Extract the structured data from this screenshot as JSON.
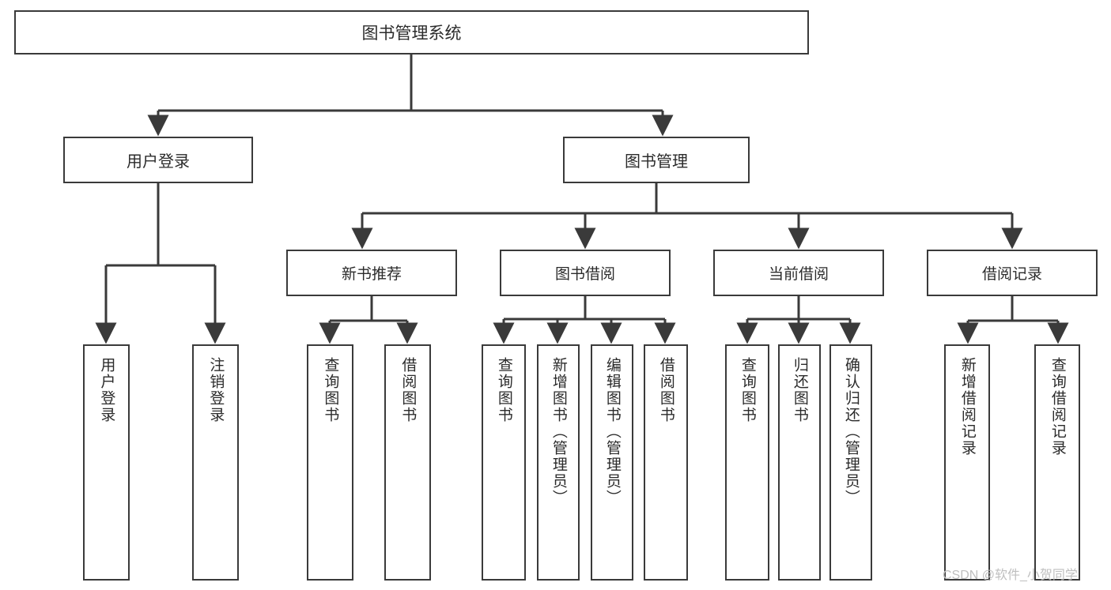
{
  "diagram": {
    "type": "tree-hierarchy",
    "title": "图书管理系统",
    "orientation": "top-down",
    "colors": {
      "box_border": "#3a3a3a",
      "box_fill": "#ffffff",
      "text": "#2b2b2b",
      "connector": "#3a3a3a",
      "watermark": "#bfbfbf"
    },
    "root": {
      "label": "图书管理系统"
    },
    "level1": [
      {
        "label": "用户登录"
      },
      {
        "label": "图书管理"
      }
    ],
    "level2": [
      {
        "label": "新书推荐"
      },
      {
        "label": "图书借阅"
      },
      {
        "label": "当前借阅"
      },
      {
        "label": "借阅记录"
      }
    ],
    "leaves": {
      "user_login": [
        {
          "label": "用户登录"
        },
        {
          "label": "注销登录"
        }
      ],
      "new_book_recommend": [
        {
          "label": "查询图书"
        },
        {
          "label": "借阅图书"
        }
      ],
      "book_borrow": [
        {
          "label": "查询图书"
        },
        {
          "label": "新增图书（管理员）"
        },
        {
          "label": "编辑图书（管理员）"
        },
        {
          "label": "借阅图书"
        }
      ],
      "current_borrow": [
        {
          "label": "查询图书"
        },
        {
          "label": "归还图书"
        },
        {
          "label": "确认归还（管理员）"
        }
      ],
      "borrow_record": [
        {
          "label": "新增借阅记录"
        },
        {
          "label": "查询借阅记录"
        }
      ]
    }
  },
  "watermark": {
    "text": "CSDN @软件_小贺同学"
  }
}
